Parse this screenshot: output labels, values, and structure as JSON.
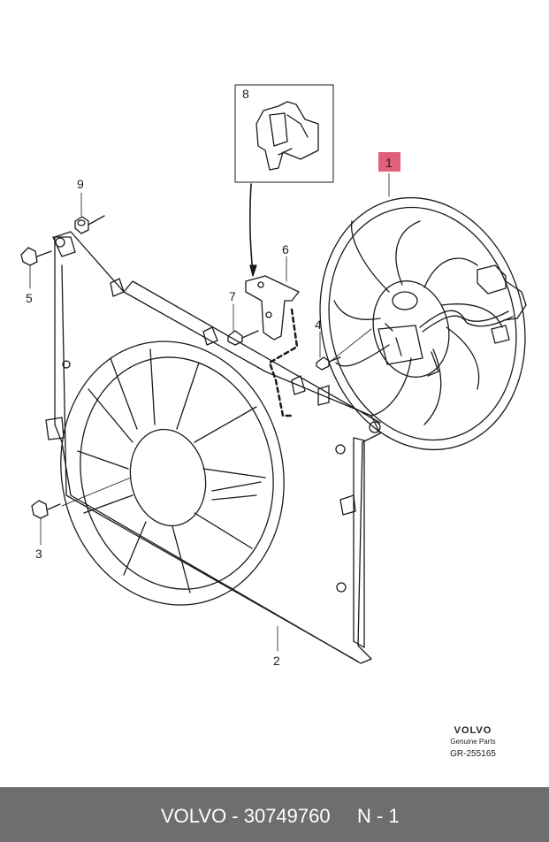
{
  "callouts": {
    "c1": "1",
    "c2": "2",
    "c3": "3",
    "c4": "4",
    "c5": "5",
    "c6": "6",
    "c7": "7",
    "c8": "8",
    "c9": "9"
  },
  "brand": {
    "logo": "VOLVO",
    "subtitle": "Genuine Parts",
    "ref": "GR-255165"
  },
  "footer": {
    "part_label": "VOLVO - 30749760",
    "qty_label": "N - 1"
  },
  "colors": {
    "highlight": "#e0607a",
    "footer_bg": "#6e6e6e",
    "line": "#1a1a1a"
  }
}
